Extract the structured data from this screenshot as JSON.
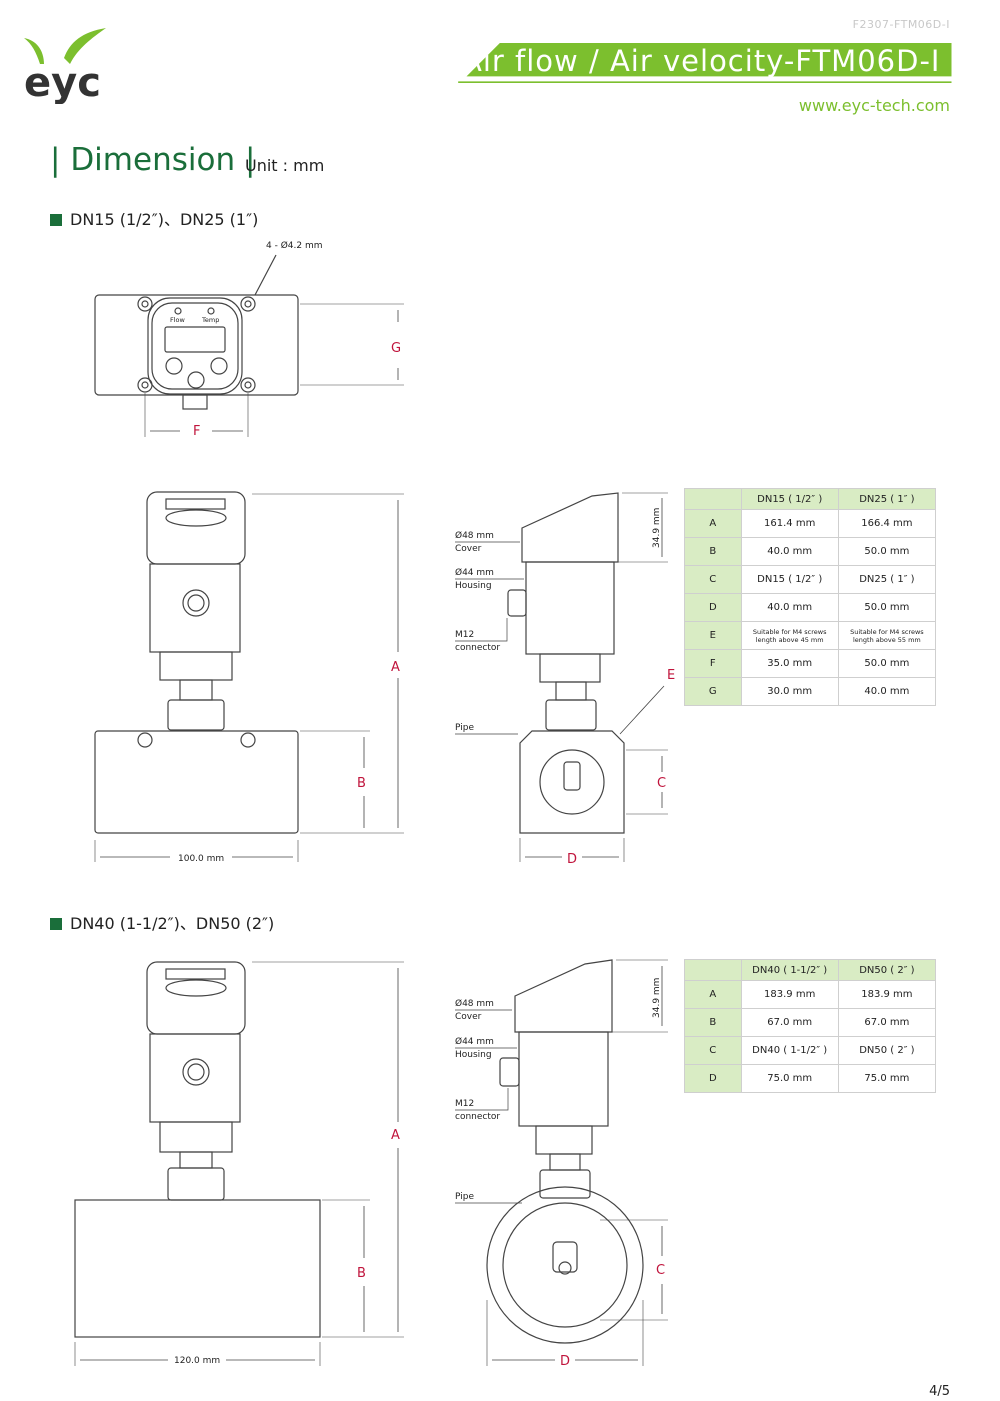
{
  "header": {
    "doc_code": "F2307-FTM06D-I",
    "title": "Air flow / Air velocity-FTM06D-I",
    "website": "www.eyc-tech.com",
    "logo_text": "eyc",
    "accent_color": "#7cbf2e",
    "brand_color": "#1a6e3a"
  },
  "section": {
    "title": "Dimension",
    "unit": "Unit : mm"
  },
  "part1": {
    "heading": "DN15 (1/2″)、DN25 (1″)",
    "top_view": {
      "hole_label": "4 - Ø4.2 mm",
      "flow_label": "Flow",
      "temp_label": "Temp",
      "dim_g": "G",
      "dim_f": "F"
    },
    "front_view": {
      "dim_a": "A",
      "dim_b": "B",
      "width_label": "100.0 mm"
    },
    "side_view": {
      "cover": "Ø48 mm",
      "cover_sub": "Cover",
      "housing": "Ø44 mm",
      "housing_sub": "Housing",
      "connector": "M12",
      "connector_sub": "connector",
      "pipe": "Pipe",
      "dim_height": "34.9 mm",
      "dim_e": "E",
      "dim_c": "C",
      "dim_d": "D"
    },
    "table": {
      "headers": [
        "DN15 ( 1/2″ )",
        "DN25 ( 1″ )"
      ],
      "rows": [
        {
          "label": "A",
          "v1": "161.4 mm",
          "v2": "166.4 mm"
        },
        {
          "label": "B",
          "v1": "40.0 mm",
          "v2": "50.0 mm"
        },
        {
          "label": "C",
          "v1": "DN15 ( 1/2″ )",
          "v2": "DN25 ( 1″ )"
        },
        {
          "label": "D",
          "v1": "40.0 mm",
          "v2": "50.0 mm"
        },
        {
          "label": "E",
          "v1": "Suitable for M4 screws length above 45 mm",
          "v2": "Suitable for M4 screws length above 55 mm"
        },
        {
          "label": "F",
          "v1": "35.0 mm",
          "v2": "50.0 mm"
        },
        {
          "label": "G",
          "v1": "30.0 mm",
          "v2": "40.0 mm"
        }
      ]
    }
  },
  "part2": {
    "heading": "DN40 (1-1/2″)、DN50 (2″)",
    "front_view": {
      "dim_a": "A",
      "dim_b": "B",
      "width_label": "120.0 mm"
    },
    "side_view": {
      "cover": "Ø48 mm",
      "cover_sub": "Cover",
      "housing": "Ø44 mm",
      "housing_sub": "Housing",
      "connector": "M12",
      "connector_sub": "connector",
      "pipe": "Pipe",
      "dim_height": "34.9 mm",
      "dim_c": "C",
      "dim_d": "D"
    },
    "table": {
      "headers": [
        "DN40 ( 1-1/2″ )",
        "DN50 ( 2″ )"
      ],
      "rows": [
        {
          "label": "A",
          "v1": "183.9 mm",
          "v2": "183.9 mm"
        },
        {
          "label": "B",
          "v1": "67.0 mm",
          "v2": "67.0 mm"
        },
        {
          "label": "C",
          "v1": "DN40 ( 1-1/2″ )",
          "v2": "DN50 ( 2″ )"
        },
        {
          "label": "D",
          "v1": "75.0 mm",
          "v2": "75.0 mm"
        }
      ]
    }
  },
  "footer": {
    "page": "4/5"
  }
}
